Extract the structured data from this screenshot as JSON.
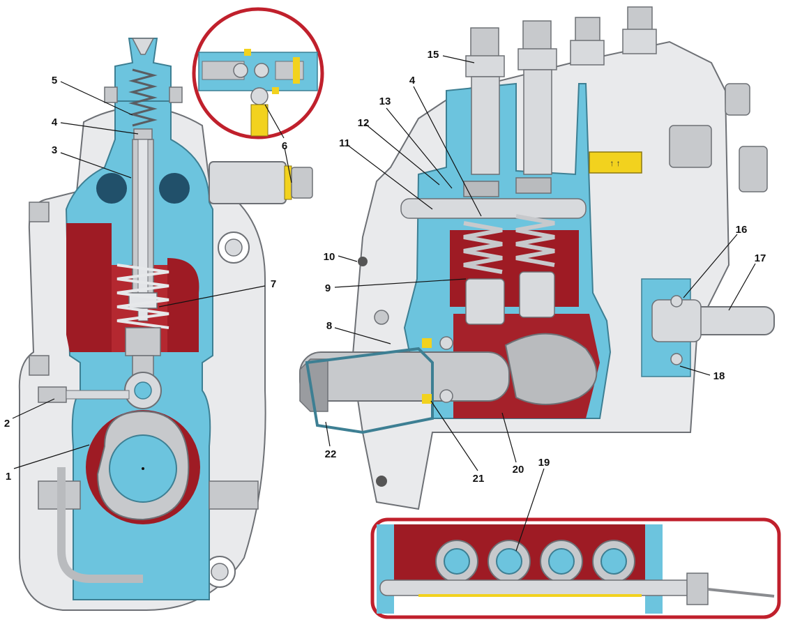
{
  "colors": {
    "section_blue": "#6cc4de",
    "dark_red": "#9e1b24",
    "steel_grey": "#c7c9cc",
    "housing_light": "#e9eaec",
    "brass_yellow": "#f2d21e",
    "frame_red": "#c0202c"
  },
  "callouts": [
    {
      "id": "c1",
      "text": "1"
    },
    {
      "id": "c2",
      "text": "2"
    },
    {
      "id": "c3",
      "text": "3"
    },
    {
      "id": "c4a",
      "text": "4"
    },
    {
      "id": "c5",
      "text": "5"
    },
    {
      "id": "c6",
      "text": "6"
    },
    {
      "id": "c7",
      "text": "7"
    },
    {
      "id": "c8",
      "text": "8"
    },
    {
      "id": "c9",
      "text": "9"
    },
    {
      "id": "c10",
      "text": "10"
    },
    {
      "id": "c11",
      "text": "11"
    },
    {
      "id": "c12",
      "text": "12"
    },
    {
      "id": "c13",
      "text": "13"
    },
    {
      "id": "c4b",
      "text": "4"
    },
    {
      "id": "c15",
      "text": "15"
    },
    {
      "id": "c16",
      "text": "16"
    },
    {
      "id": "c17",
      "text": "17"
    },
    {
      "id": "c18",
      "text": "18"
    },
    {
      "id": "c19",
      "text": "19"
    },
    {
      "id": "c20",
      "text": "20"
    },
    {
      "id": "c21",
      "text": "21"
    },
    {
      "id": "c22",
      "text": "22"
    }
  ],
  "plate_marking": "↑ ↑"
}
